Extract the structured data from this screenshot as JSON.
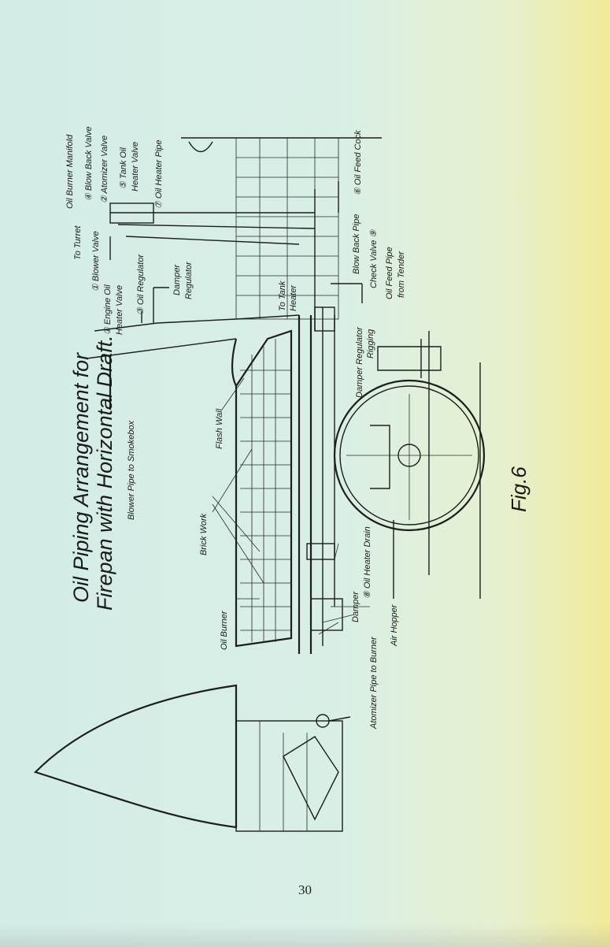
{
  "title_line1": "Oil Piping Arrangement for",
  "title_line2": "Firepan with Horizontal Draft.",
  "figure_label": "Fig.6",
  "page_number": "30",
  "labels": {
    "to_turret": "To Turret",
    "oil_burner_manifold": "Oil Burner Manifold",
    "blow_back_valve": "④ Blow Back Valve",
    "atomizer_valve": "② Atomizer Valve",
    "tank_oil_heater_valve_1": "⑤ Tank Oil",
    "tank_oil_heater_valve_2": "Heater Valve",
    "oil_heater_pipe": "⑦ Oil Heater Pipe",
    "oil_feed_cock": "⑥ Oil Feed Cock",
    "blower_valve": "① Blower Valve",
    "engine_oil_heater_valve_1": "① Engine Oil",
    "engine_oil_heater_valve_2": "Heater Valve",
    "oil_regulator": "③ Oil Regulator",
    "damper_regulator_1": "Damper",
    "damper_regulator_2": "Regulator",
    "to_tank_heater_1": "To Tank",
    "to_tank_heater_2": "Heater",
    "blow_back_pipe": "Blow Back Pipe",
    "check_valve": "Check Valve ⑨",
    "oil_feed_pipe_1": "Oil Feed Pipe",
    "oil_feed_pipe_2": "from Tender",
    "damper_regulator_rigging_1": "Damper Regulator",
    "damper_regulator_rigging_2": "Rigging",
    "flash_wall": "Flash Wall",
    "blower_pipe_to_smokebox": "Blower Pipe to Smokebox",
    "brick_work": "Brick Work",
    "oil_heater_drain": "⑧ Oil Heater Drain",
    "damper": "Damper",
    "oil_burner": "Oil Burner",
    "air_hopper": "Air Hopper",
    "atomizer_pipe_to_burner": "Atomizer Pipe to Burner"
  }
}
